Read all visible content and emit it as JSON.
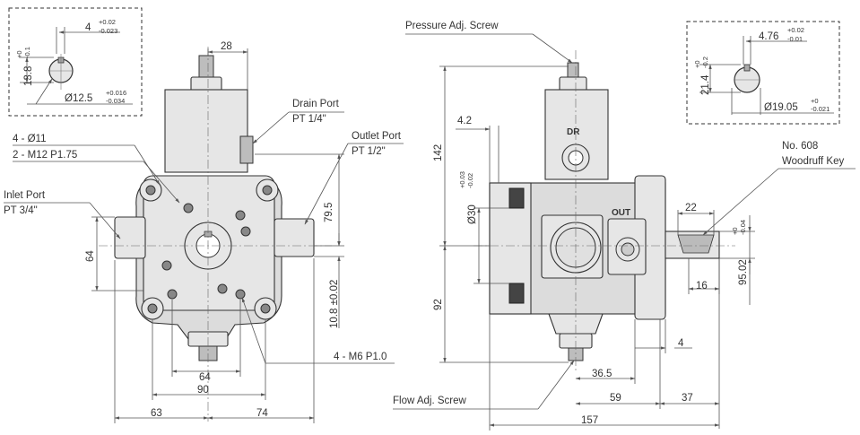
{
  "front": {
    "shaft_inset": {
      "width": "4",
      "width_tol_u": "+0.02",
      "width_tol_l": "-0.023",
      "height": "13.8",
      "height_tol_u": "+0",
      "height_tol_l": "-0.1",
      "dia": "Ø12.5",
      "dia_tol_u": "+0.016",
      "dia_tol_l": "-0.034"
    },
    "dims": {
      "top": "28",
      "mount_holes": "4 - Ø11",
      "threads": "2 - M12 P1.75",
      "height_64": "64",
      "h_79_5": "79.5",
      "h_10_8": "10.8 ±0.02",
      "bolt": "4 - M6 P1.0",
      "w64": "64",
      "w90": "90",
      "w63": "63",
      "w74": "74"
    },
    "ports": {
      "drain_title": "Drain Port",
      "drain_size": "PT 1/4\"",
      "outlet_title": "Outlet Port",
      "outlet_size": "PT 1/2\"",
      "inlet_title": "Inlet Port",
      "inlet_size": "PT 3/4\""
    }
  },
  "side": {
    "pressure_screw": "Pressure Adj. Screw",
    "flow_screw": "Flow Adj. Screw",
    "key_title": "No. 608",
    "key_name": "Woodruff Key",
    "dr_mark": "DR",
    "out_mark": "OUT",
    "shaft_inset": {
      "width": "4.76",
      "width_tol_u": "+0.02",
      "width_tol_l": "-0.01",
      "height": "21.4",
      "height_tol_u": "+0",
      "height_tol_l": "-0.2",
      "dia": "Ø19.05",
      "dia_tol_u": "+0",
      "dia_tol_l": "-0.021"
    },
    "dims": {
      "d4_2": "4.2",
      "d142": "142",
      "d30": "Ø30",
      "d30_tol_u": "+0.03",
      "d30_tol_l": "-0.02",
      "d92": "92",
      "d22": "22",
      "d16": "16",
      "d95": "95.02",
      "d95_tol_u": "+0",
      "d95_tol_l": "-0.04",
      "d4": "4",
      "d36_5": "36.5",
      "d59": "59",
      "d37": "37",
      "d157": "157"
    }
  }
}
